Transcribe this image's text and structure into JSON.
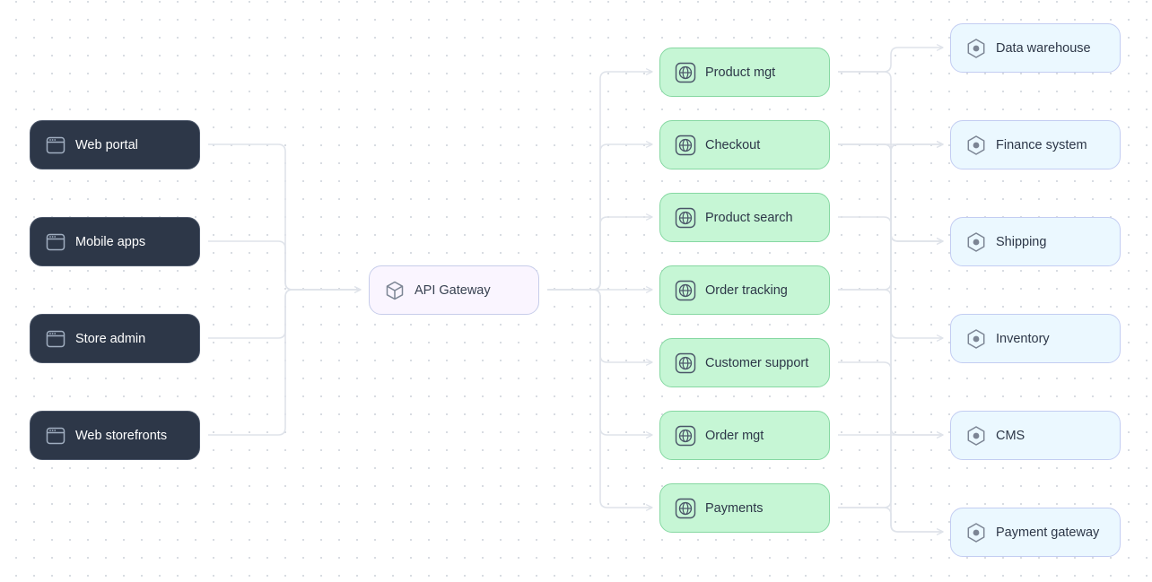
{
  "diagram": {
    "colors": {
      "client_fill": "#2d3748",
      "gateway_fill": "#faf5ff",
      "service_fill": "#c6f6d5",
      "backend_fill": "#ebf8ff",
      "edge": "#dfe3ea"
    },
    "clients": [
      {
        "label": "Web portal",
        "icon": "browser-window-icon"
      },
      {
        "label": "Mobile apps",
        "icon": "browser-window-icon"
      },
      {
        "label": "Store admin",
        "icon": "browser-window-icon"
      },
      {
        "label": "Web storefronts",
        "icon": "browser-window-icon"
      }
    ],
    "gateway": {
      "label": "API Gateway",
      "icon": "cube-icon"
    },
    "services": [
      {
        "label": "Product mgt",
        "icon": "globe-icon"
      },
      {
        "label": "Checkout",
        "icon": "globe-icon"
      },
      {
        "label": "Product search",
        "icon": "globe-icon"
      },
      {
        "label": "Order tracking",
        "icon": "globe-icon"
      },
      {
        "label": "Customer support",
        "icon": "globe-icon"
      },
      {
        "label": "Order mgt",
        "icon": "globe-icon"
      },
      {
        "label": "Payments",
        "icon": "globe-icon"
      }
    ],
    "backends": [
      {
        "label": "Data warehouse",
        "icon": "hexagon-icon"
      },
      {
        "label": "Finance system",
        "icon": "hexagon-icon"
      },
      {
        "label": "Shipping",
        "icon": "hexagon-icon"
      },
      {
        "label": "Inventory",
        "icon": "hexagon-icon"
      },
      {
        "label": "CMS",
        "icon": "hexagon-icon"
      },
      {
        "label": "Payment gateway",
        "icon": "hexagon-icon"
      }
    ]
  }
}
